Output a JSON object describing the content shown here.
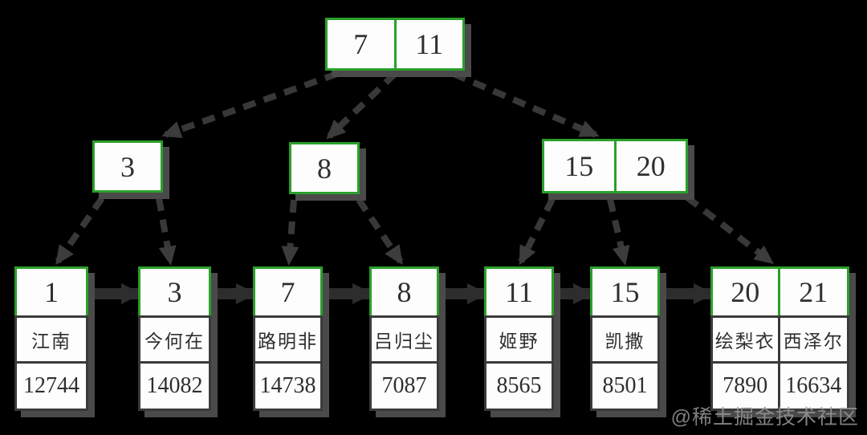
{
  "diagram_type": "b-plus-tree",
  "colors": {
    "background": "#000000",
    "key_border_green": "#2aa02a",
    "data_border_gray": "#3a3a3a",
    "cell_fill": "#fdfdfd",
    "shadow_gray": "#4a4a4a",
    "edge_gray": "#383838",
    "leaf_link_gray": "#2d2d2d"
  },
  "tree": {
    "root": {
      "keys": [
        "7",
        "11"
      ]
    },
    "internal": [
      {
        "keys": [
          "3"
        ]
      },
      {
        "keys": [
          "8"
        ]
      },
      {
        "keys": [
          "15",
          "20"
        ]
      }
    ],
    "leaves": [
      {
        "keys": [
          "1"
        ],
        "names": [
          "江南"
        ],
        "values": [
          "12744"
        ]
      },
      {
        "keys": [
          "3"
        ],
        "names": [
          "今何在"
        ],
        "values": [
          "14082"
        ]
      },
      {
        "keys": [
          "7"
        ],
        "names": [
          "路明非"
        ],
        "values": [
          "14738"
        ]
      },
      {
        "keys": [
          "8"
        ],
        "names": [
          "吕归尘"
        ],
        "values": [
          "7087"
        ]
      },
      {
        "keys": [
          "11"
        ],
        "names": [
          "姬野"
        ],
        "values": [
          "8565"
        ]
      },
      {
        "keys": [
          "15"
        ],
        "names": [
          "凯撒"
        ],
        "values": [
          "8501"
        ]
      },
      {
        "keys": [
          "20",
          "21"
        ],
        "names": [
          "绘梨衣",
          "西泽尔"
        ],
        "values": [
          "7890",
          "16634"
        ]
      }
    ]
  },
  "watermark": "@稀土掘金技术社区"
}
